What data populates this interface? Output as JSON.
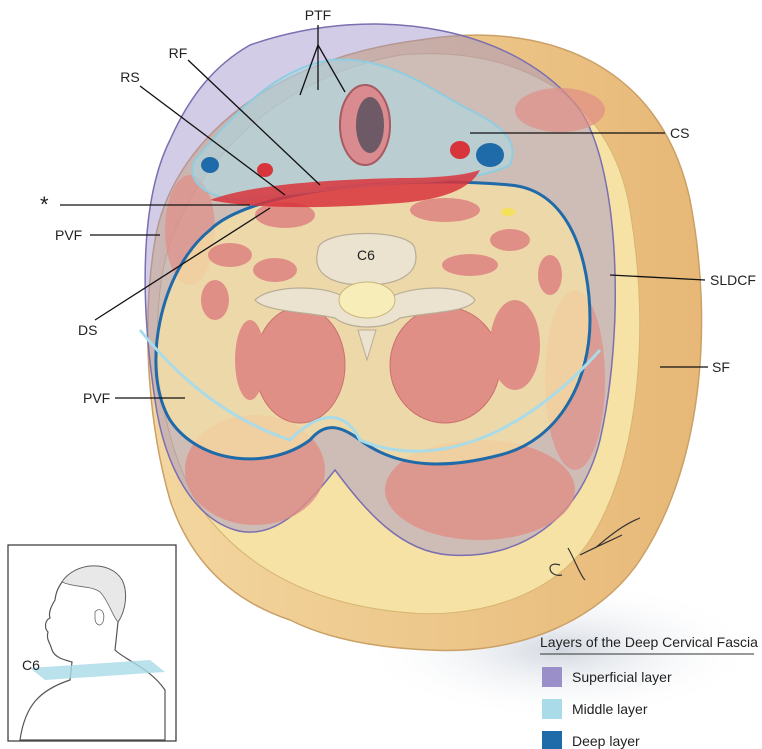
{
  "labels": {
    "ptf": "PTF",
    "rf": "RF",
    "rs": "RS",
    "cs": "CS",
    "asterisk": "*",
    "pvf_upper": "PVF",
    "pvf_lower": "PVF",
    "ds": "DS",
    "sldcf": "SLDCF",
    "sf": "SF",
    "c6_vertebra": "C6",
    "inset_c6": "C6"
  },
  "signature": "C. Perera",
  "legend": {
    "title": "Layers of the Deep Cervical Fascia",
    "items": [
      {
        "label": "Superficial layer",
        "color": "#9b8fc9"
      },
      {
        "label": "Middle layer",
        "color": "#a9dbe8"
      },
      {
        "label": "Deep layer",
        "color": "#1f6aa8"
      }
    ]
  },
  "colors": {
    "skin": "#f0cf92",
    "fat": "#f7e2a6",
    "muscle": "#e08f86",
    "superficial_fascia": "#9b8fc9",
    "middle_fascia": "#a9dbe8",
    "deep_fascia": "#1f6aa8",
    "bone": "#ebe3d0",
    "vessel_red": "#d8343c"
  }
}
